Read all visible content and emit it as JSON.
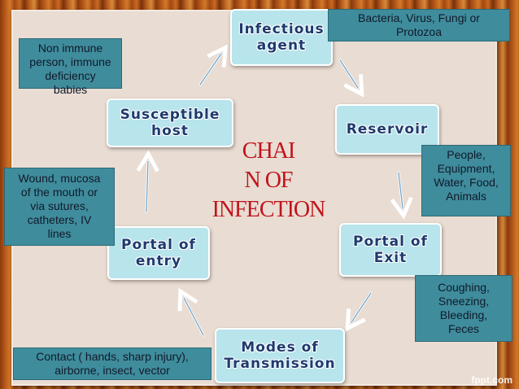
{
  "title": "CHAI\nN OF\nINFECTION",
  "nodes": {
    "infectious_agent": "Infectious\nagent",
    "reservoir": "Reservoir",
    "portal_of_exit": "Portal of\nExit",
    "modes_of_transmission": "Modes of\nTransmission",
    "portal_of_entry": "Portal of\nentry",
    "susceptible_host": "Susceptible\nhost"
  },
  "notes": {
    "infectious_agent": "Bacteria, Virus, Fungi or\nProtozoa",
    "reservoir": "People,\nEquipment,\nWater, Food,\nAnimals",
    "portal_of_exit": "Coughing,\nSneezing,\nBleeding,\nFeces",
    "modes_of_transmission": "Contact ( hands, sharp injury),\nairborne, insect, vector",
    "portal_of_entry": "Wound, mucosa\nof the mouth or\nvia sutures,\ncatheters, IV\nlines",
    "susceptible_host": "Non immune\nperson, immune\ndeficiency\nbabies"
  },
  "brand": "fppt.com",
  "colors": {
    "node_fill": "#b8e4ec",
    "node_text": "#1e3a6e",
    "note_fill": "#3f8c9c",
    "title_text": "#c0141c",
    "board": "#e9dcd2"
  }
}
